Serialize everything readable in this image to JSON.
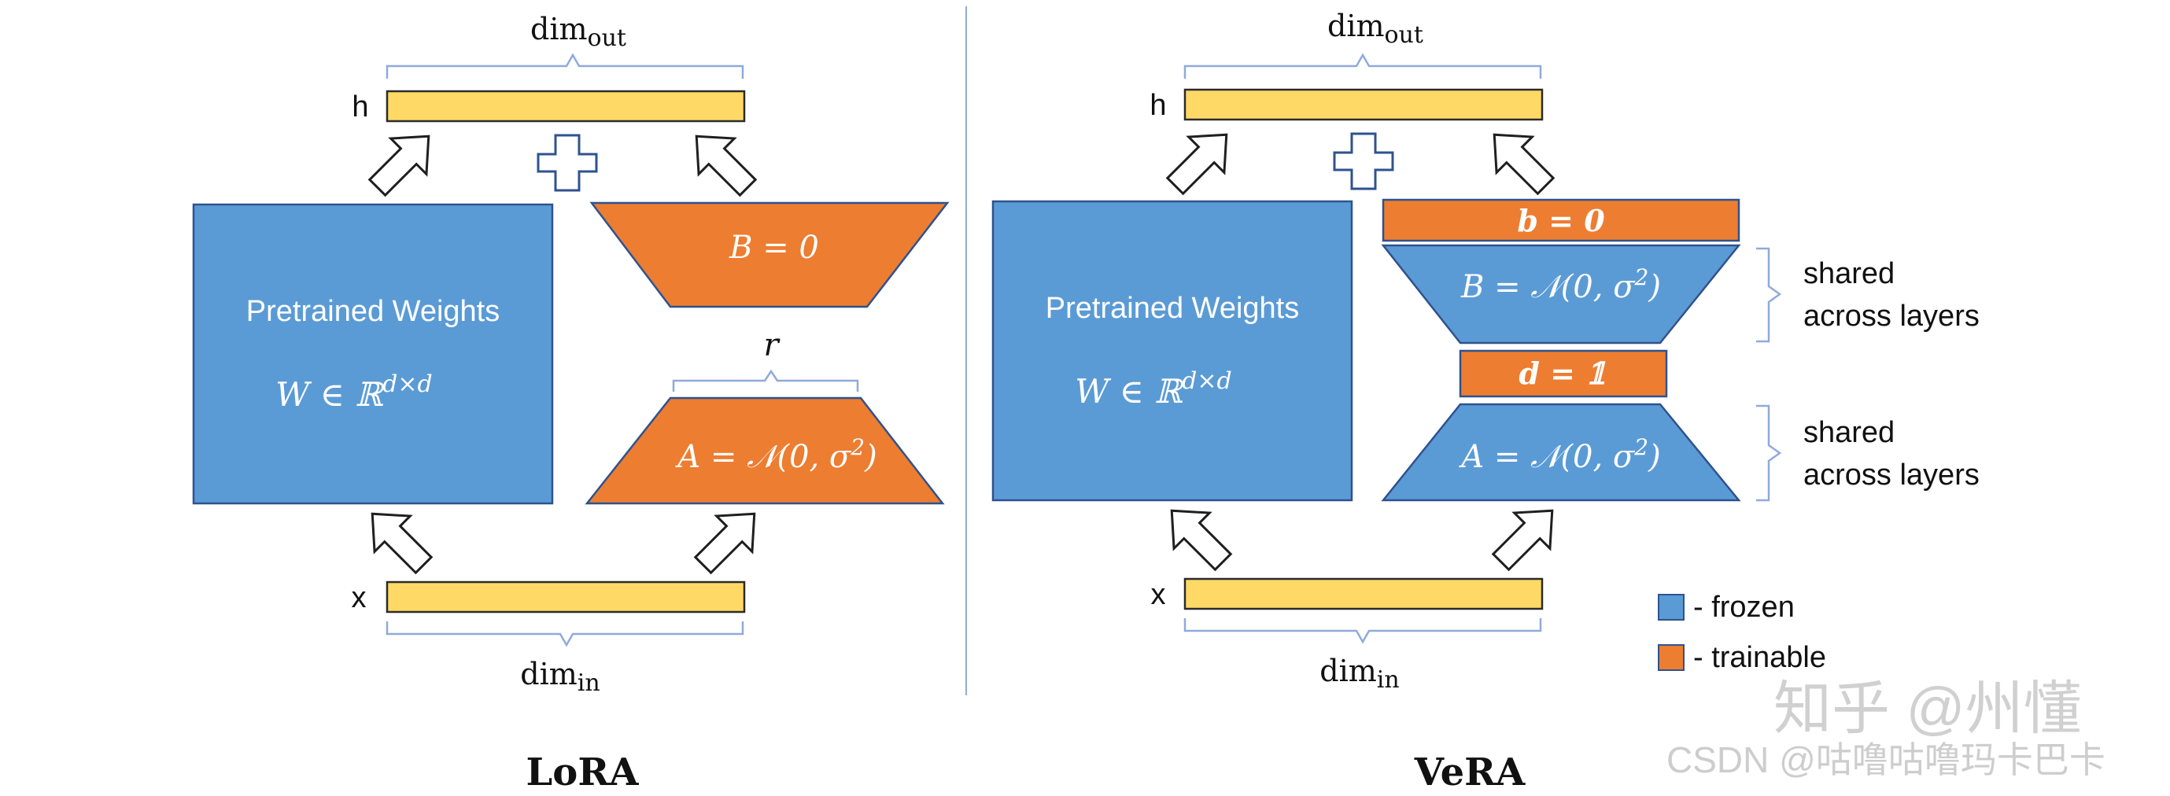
{
  "lora": {
    "title": "LoRA",
    "dim_out": {
      "base": "dim",
      "sub": "out"
    },
    "dim_in": {
      "base": "dim",
      "sub": "in"
    },
    "h_label": "h",
    "x_label": "x",
    "pretrained": {
      "title": "Pretrained Weights",
      "formula": "W ∈ ℝ",
      "sup": "d×d"
    },
    "matrix_b": "B = 0",
    "matrix_a": {
      "text": "A = 𝒩(0, σ",
      "sup": "2",
      "tail": ")"
    },
    "rank_label": "r"
  },
  "vera": {
    "title": "VeRA",
    "dim_out": {
      "base": "dim",
      "sub": "out"
    },
    "dim_in": {
      "base": "dim",
      "sub": "in"
    },
    "h_label": "h",
    "x_label": "x",
    "pretrained": {
      "title": "Pretrained Weights",
      "formula": "W ∈ ℝ",
      "sup": "d×d"
    },
    "vector_b": "b = 0",
    "matrix_b": {
      "text": "B = 𝒩(0, σ",
      "sup": "2",
      "tail": ")"
    },
    "vector_d": "d = 𝟙",
    "matrix_a": {
      "text": "A = 𝒩(0, σ",
      "sup": "2",
      "tail": ")"
    },
    "shared_b": [
      "shared",
      "across layers"
    ],
    "shared_a": [
      "shared",
      "across layers"
    ]
  },
  "legend": {
    "frozen": "- frozen",
    "trainable": "- trainable",
    "frozen_color": "#5b9bd5",
    "trainable_color": "#ed7d31"
  },
  "watermark": {
    "zhihu": "知乎 @州懂",
    "csdn": "CSDN @咕噜咕噜玛卡巴卡"
  },
  "colors": {
    "frozen": "#5b9bd5",
    "trainable": "#ed7d31",
    "vector": "#ffd966",
    "stroke": "#2f528f",
    "brace": "#8faadc"
  }
}
